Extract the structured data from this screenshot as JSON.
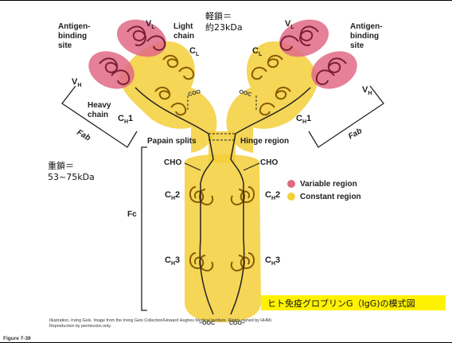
{
  "labels": {
    "antigen_binding_left_1": "Antigen-",
    "antigen_binding_left_2": "binding",
    "antigen_binding_left_3": "site",
    "antigen_binding_right_1": "Antigen-",
    "antigen_binding_right_2": "binding",
    "antigen_binding_right_3": "site",
    "vl_left": "V",
    "vl_left_sub": "L",
    "vl_right": "V",
    "vl_right_sub": "L",
    "vh_left": "V",
    "vh_left_sub": "H",
    "vh_right": "V",
    "vh_right_sub": "H",
    "light_chain_1": "Light",
    "light_chain_2": "chain",
    "cl_left": "C",
    "cl_left_sub": "L",
    "cl_right": "C",
    "cl_right_sub": "L",
    "heavy_chain_1": "Heavy",
    "heavy_chain_2": "chain",
    "ch1_left": "C",
    "ch1_left_sub": "H",
    "ch1_left_num": "1",
    "ch1_right": "C",
    "ch1_right_sub": "H",
    "ch1_right_num": "1",
    "fab_left": "Fab",
    "fab_right": "Fab",
    "coo_left": "COO",
    "coo_right": "OOC",
    "papain_splits": "Papain splits",
    "hinge_region": "Hinge region",
    "cho_left": "CHO",
    "cho_right": "CHO",
    "ch2_left": "C",
    "ch2_left_sub": "H",
    "ch2_left_num": "2",
    "ch2_right": "C",
    "ch2_right_sub": "H",
    "ch2_right_num": "2",
    "ch3_left": "C",
    "ch3_left_sub": "H",
    "ch3_left_num": "3",
    "ch3_right": "C",
    "ch3_right_sub": "H",
    "ch3_right_num": "3",
    "fc": "Fc",
    "ooc_bottom": "OOC",
    "coo_bottom": "COO",
    "minus": "−"
  },
  "annotations": {
    "light_chain_jp_1": "軽鎖＝",
    "light_chain_jp_2": "約23kDa",
    "heavy_chain_jp_1": "重鎖＝",
    "heavy_chain_jp_2": "53~75kDa",
    "caption_jp": "ヒト免疫グロブリンG（IgG)の模式図"
  },
  "legend": {
    "variable_label": "Variable region",
    "constant_label": "Constant region",
    "variable_color": "#e06a86",
    "constant_color": "#f3cf3a"
  },
  "credit": {
    "line1": "Illustration, Irving Geis. Image from the Irving Geis Collection/Howard Hughes Medical Institute. Rights owned by HHMI.",
    "line2": "Reproduction by permission only."
  },
  "figure_label": "Figure 7-39",
  "colors": {
    "variable": "#e06a86",
    "variable_dark": "#b8344e",
    "constant": "#f3cf3a",
    "constant_light": "#f8dc6a",
    "caption_bg": "#fff200"
  }
}
